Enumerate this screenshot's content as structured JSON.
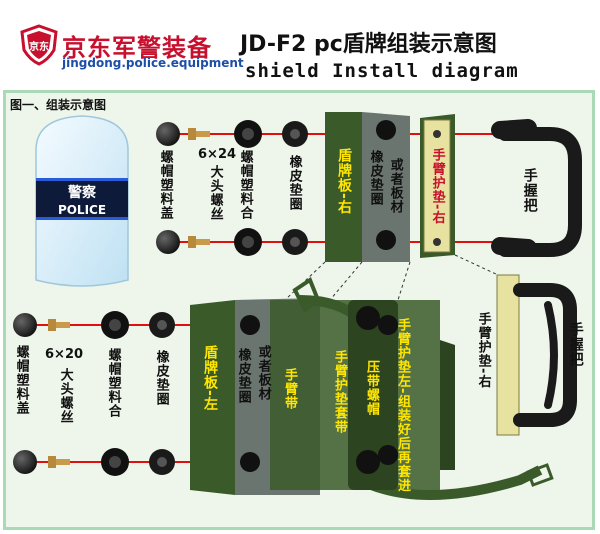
{
  "header": {
    "brand_name": "京东军警装备",
    "brand_domain": "jingdong.police.equipment",
    "title": "JD-F2 pc盾牌组装示意图",
    "subtitle": "shield Install diagram",
    "logo_mark": "京东"
  },
  "figure": {
    "label": "图一、组装示意图",
    "shield_badge": "警察",
    "shield_band": "POLICE"
  },
  "labels": {
    "cap_top": "螺帽塑料盖",
    "size_top": "6×24",
    "bolt_top": "大头螺丝",
    "nut_top": "螺帽塑料合",
    "washer_top": "橡皮垫圈",
    "board_right": "盾牌板-右",
    "pad_right": "橡皮垫圈",
    "or_board_right": "或者板材",
    "arm_pad_right": "手臂护垫-右",
    "handle_top": "手握把",
    "cap_bottom": "螺帽塑料盖",
    "size_bottom": "6×20",
    "bolt_bottom": "大头螺丝",
    "nut_bottom": "螺帽塑料合",
    "washer_bottom": "橡皮垫圈",
    "board_left": "盾牌板-左",
    "pad_left": "橡皮垫圈",
    "or_board_left": "或者板材",
    "arm_strap": "手臂带",
    "arm_strap_sleeve": "手臂护垫套带",
    "strap_screw": "压带螺帽",
    "assembly_note": "手臂护垫左-组装好后再套进",
    "arm_pad_right_2": "手臂护垫-右",
    "handle_bottom": "手握把"
  },
  "colors": {
    "brand_red": "#c8102e",
    "brand_blue": "#1d4fa8",
    "board_green": "#3a5a2a",
    "rubber_gray": "#6b7570",
    "pad_yellow": "#e8e2a0",
    "panel_bg": "#eef5ea"
  }
}
